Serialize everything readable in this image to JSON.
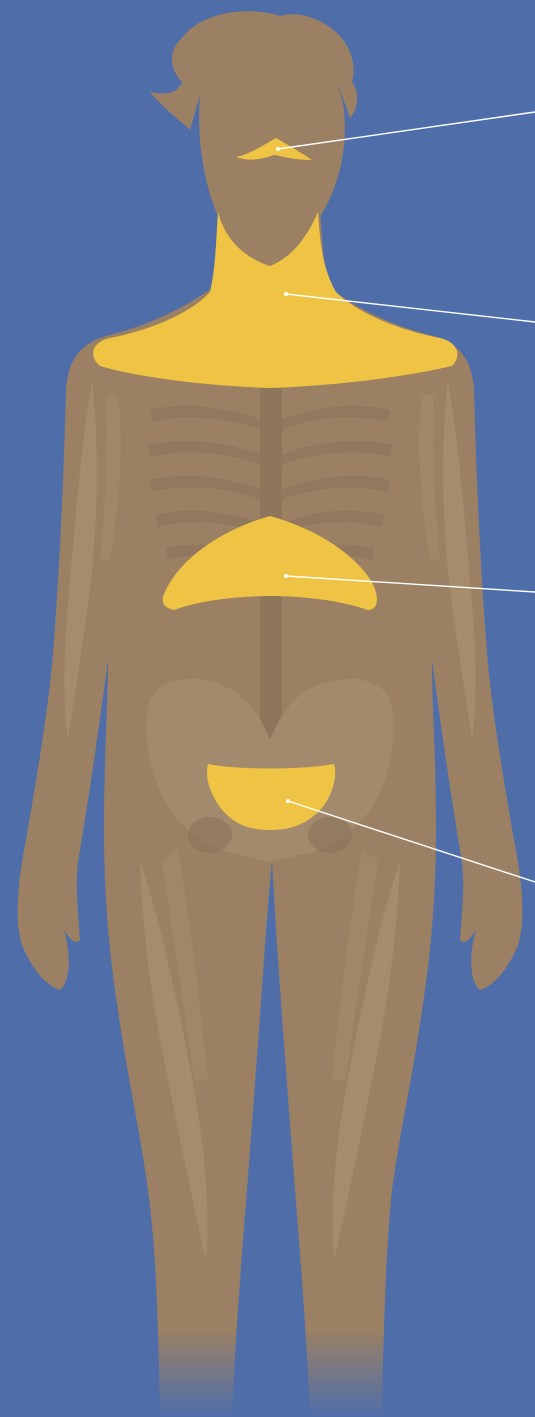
{
  "figure": {
    "description_visible_text": "",
    "colors": {
      "background": "#4f6ea9",
      "body": "#9b8063",
      "body_highlight": "#ae9574",
      "bone": "#a58a6b",
      "bone_dark": "#87705a",
      "region": "#efc444",
      "leader_line": "#ffffff"
    },
    "regions": [
      {
        "id": "mouth",
        "icon": "mouth-region"
      },
      {
        "id": "neck-shoulders",
        "icon": "neck-shoulder-region"
      },
      {
        "id": "diaphragm",
        "icon": "diaphragm-region"
      },
      {
        "id": "pelvic-floor",
        "icon": "pelvic-floor-region"
      }
    ]
  }
}
